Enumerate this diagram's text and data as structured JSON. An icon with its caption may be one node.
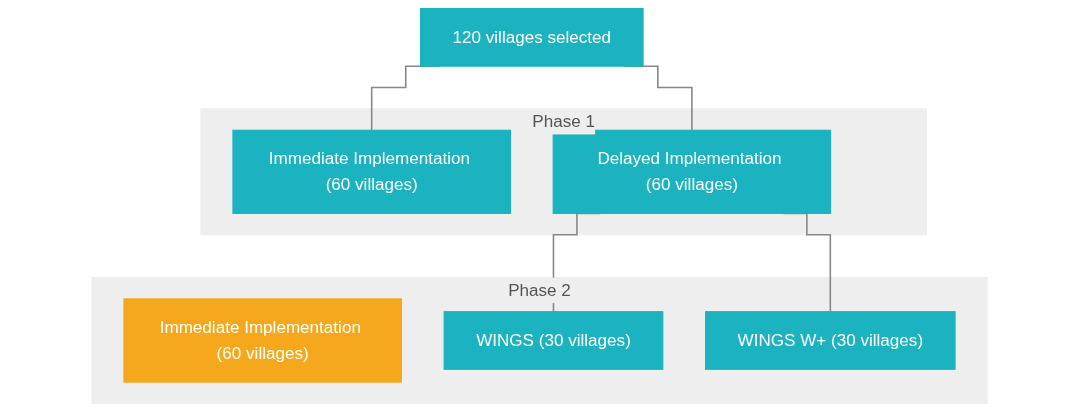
{
  "diagram": {
    "nodes": [
      {
        "text": [
          "120 villages selected"
        ]
      },
      {
        "text": [
          "Phase 1"
        ]
      },
      {
        "text": [
          "Immediate Implementation (60 villages)"
        ],
        "in": 1
      },
      {
        "text": [
          "Delayed Implementation (60 villages)"
        ],
        "in": 1
      },
      {
        "text": [
          "Phase 2"
        ]
      },
      {
        "text": [
          "Immediate Implementation (60 villages)"
        ],
        "in": 4
      },
      {
        "text": [
          "WINGS (30 villages)"
        ],
        "in": 4
      },
      {
        "text": [
          "WINGS W+ (30 villages)"
        ],
        "in": 4
      }
    ],
    "edges": [
      {
        "from": 0,
        "to": 2,
        "arrow": "none"
      },
      {
        "from": 0,
        "to": 3,
        "arrow": "none"
      },
      {
        "from": 3,
        "to": 6,
        "arrow": "none"
      },
      {
        "from": 3,
        "to": 7,
        "arrow": "none"
      }
    ]
  }
}
